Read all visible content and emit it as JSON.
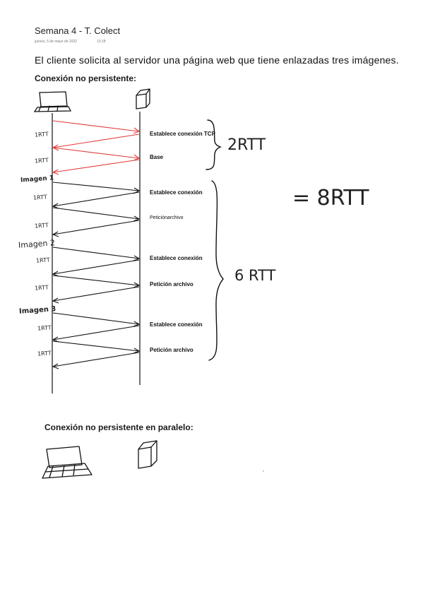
{
  "header": {
    "title": "Semana 4 - T. Colect",
    "date": "jueves, 5 de mayo de 2022",
    "time": "13:18"
  },
  "intro": "El cliente solicita al servidor una página web que tiene enlazadas tres imágenes.",
  "section1": {
    "heading": "Conexión no persistente:",
    "labels": {
      "l1": "Establece conexión TCP",
      "l2": "Base",
      "l3": "Establece conexión",
      "l4": "Peticiónarchivo",
      "l5": "Establece conexión",
      "l6": "Petición archivo",
      "l7": "Establece conexión",
      "l8": "Petición archivo"
    },
    "handwriting": {
      "rtt": "1RTT",
      "img1": "Imagen 1",
      "img2": "Imagen 2",
      "img3": "Imagen 3",
      "two_rtt": "2RTT",
      "six_rtt": "6 RTT",
      "total": "= 8RTT"
    }
  },
  "section2": {
    "heading": "Conexión no persistente en paralelo:"
  },
  "colors": {
    "red": "#e23b3b",
    "black": "#111111"
  }
}
